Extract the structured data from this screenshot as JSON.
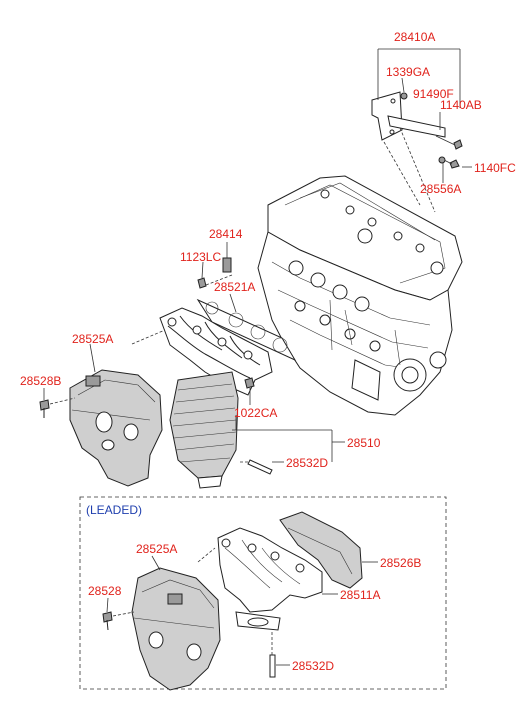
{
  "section_label": "(LEADED)",
  "labels": {
    "p28410A": "28410A",
    "p1339GA": "1339GA",
    "p91490F": "91490F",
    "p1140AB": "1140AB",
    "p1140FC": "1140FC",
    "p28556A": "28556A",
    "p28414": "28414",
    "p1123LC": "1123LC",
    "p28521A": "28521A",
    "p28525A_top": "28525A",
    "p28528B": "28528B",
    "p1022CA": "1022CA",
    "p28510": "28510",
    "p28532D_top": "28532D",
    "p28525A_bot": "28525A",
    "p28526B": "28526B",
    "p28528": "28528",
    "p28511A": "28511A",
    "p28532D_bot": "28532D"
  },
  "colors": {
    "label": "#e0231c",
    "section_label": "#1f3fae"
  }
}
